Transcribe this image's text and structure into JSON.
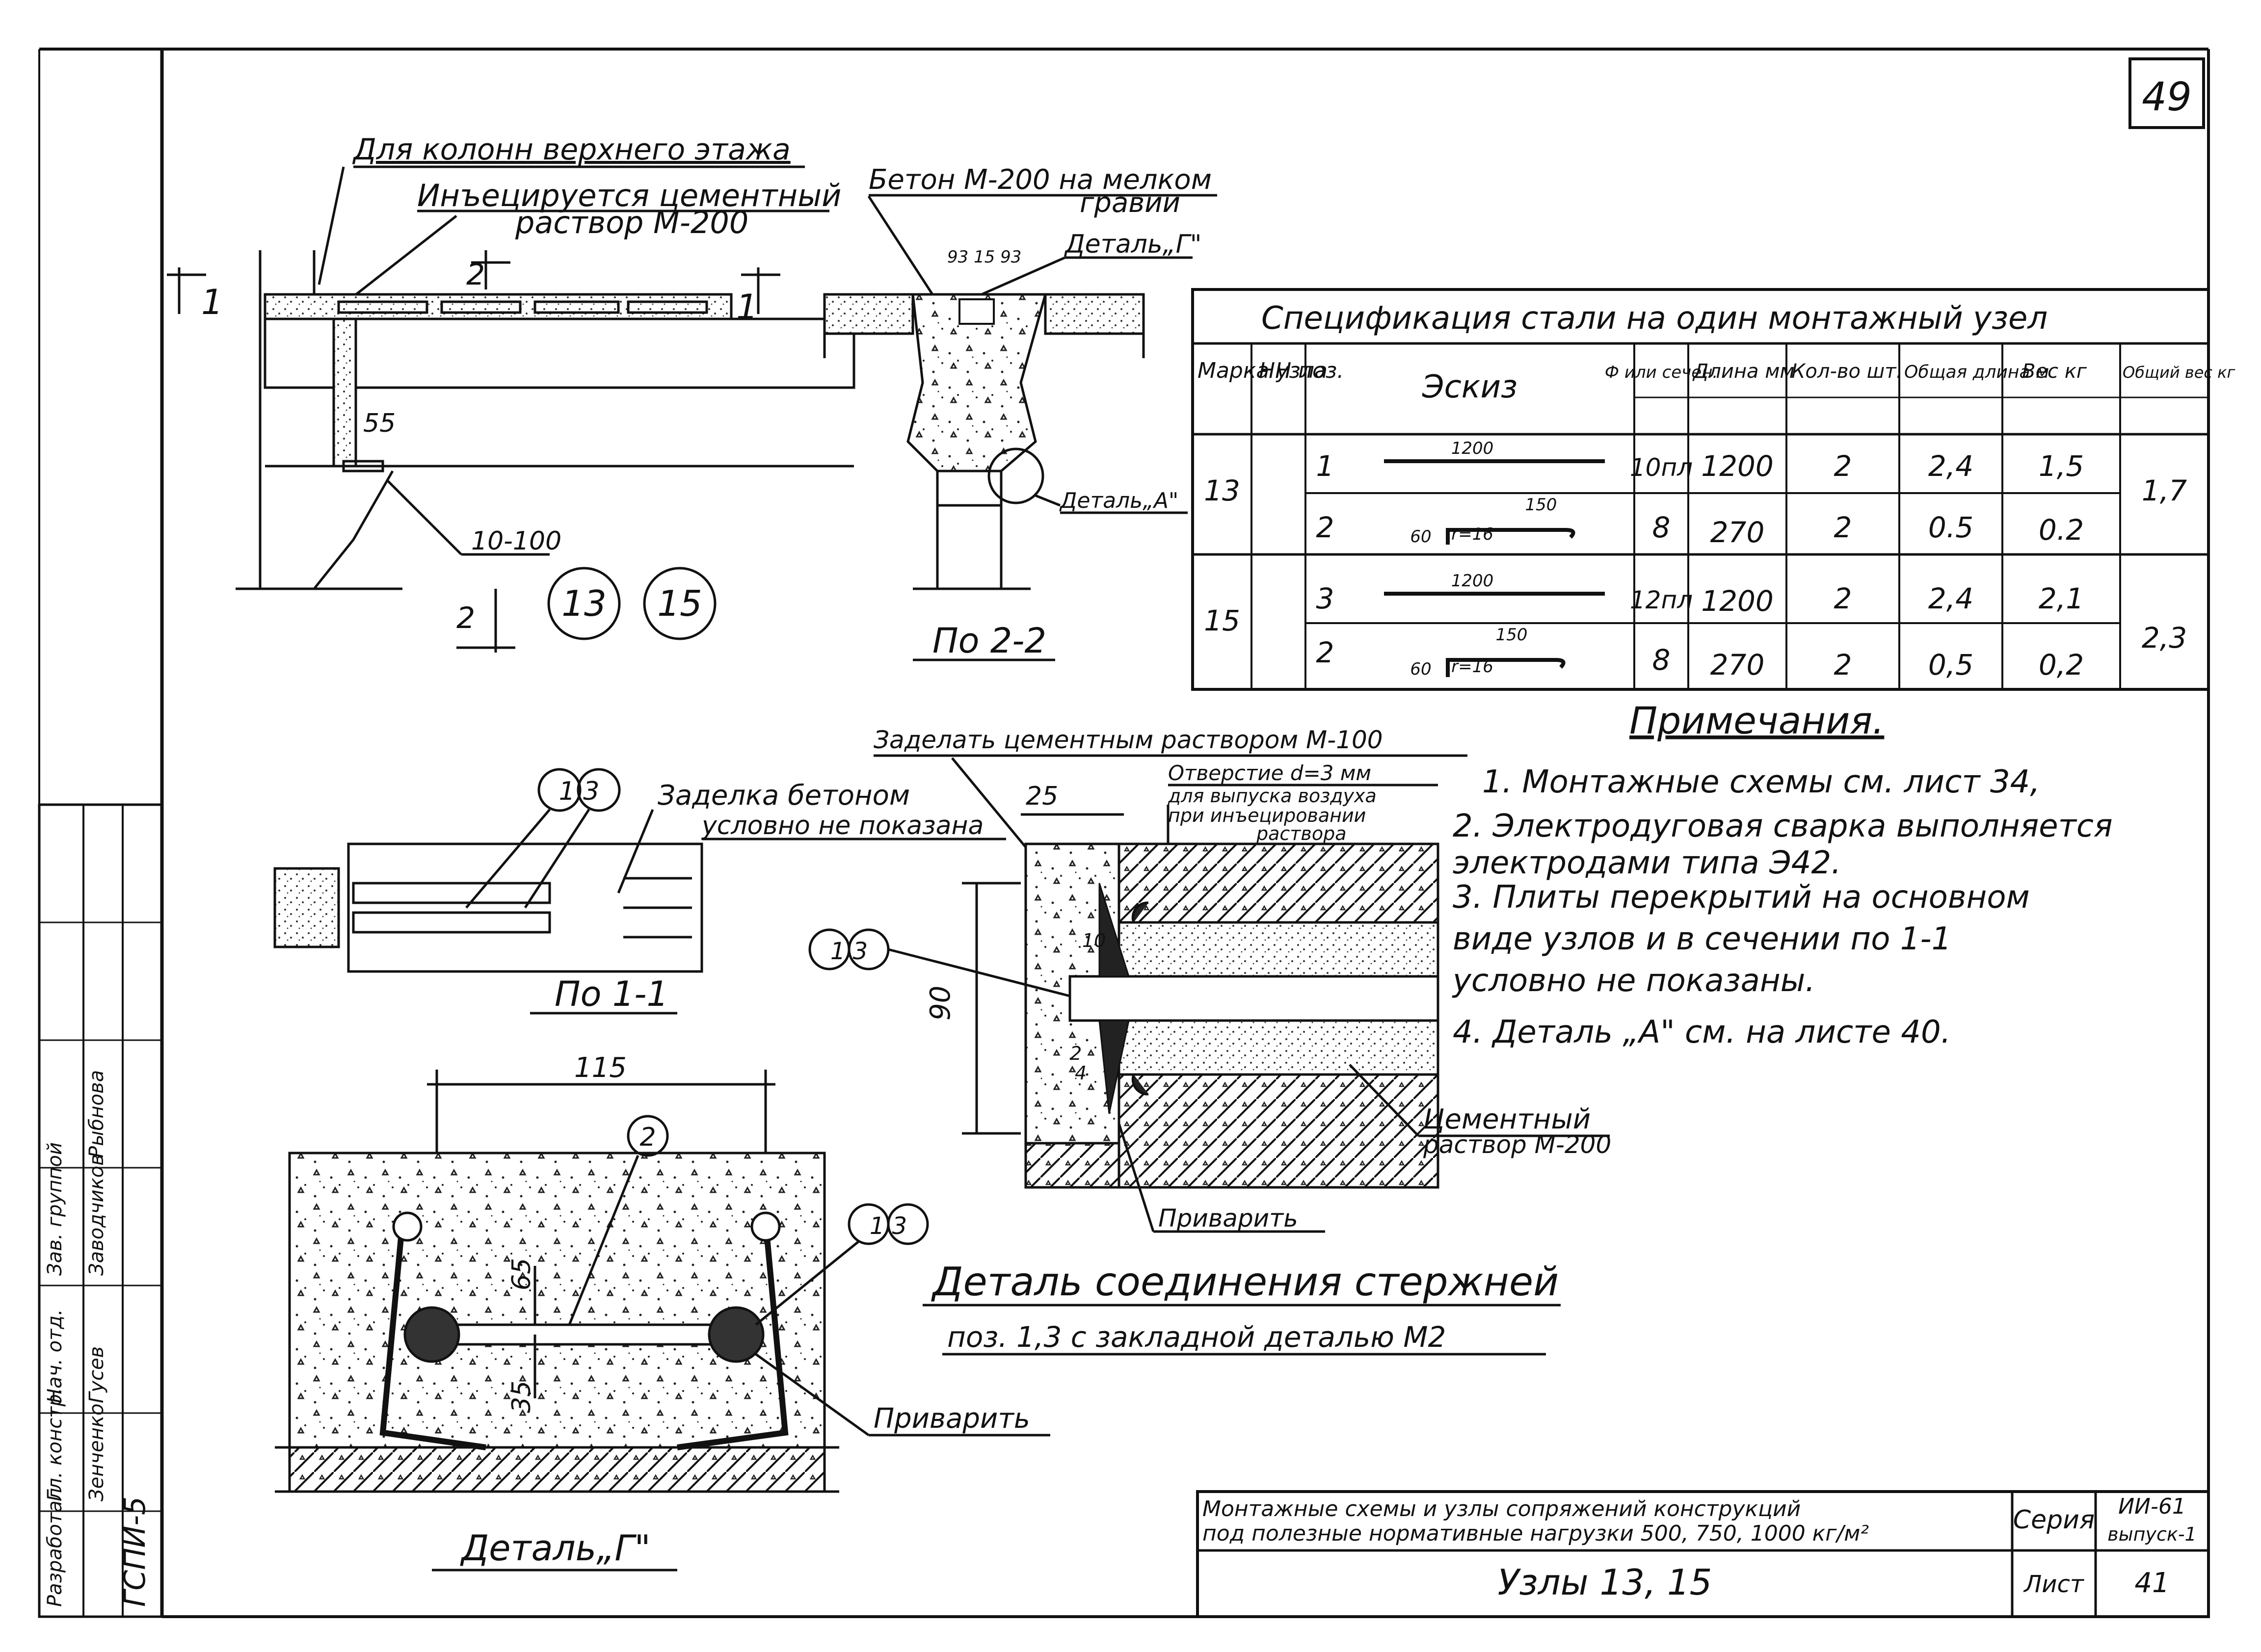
{
  "sheet_number": "49",
  "top_left": {
    "label_upper_floor": "Для колонн верхнего этажа",
    "label_inject_1": "Инъецируется цементный",
    "label_inject_2": "раствор   М-200",
    "mark_1_left": "1",
    "mark_1_right": "1",
    "mark_2_top": "2",
    "mark_2_bottom": "2",
    "dim_55": "55",
    "dim_10_100": "10-100",
    "node_13": "13",
    "node_15": "15"
  },
  "section_2_2": {
    "label_concrete_1": "Бетон М-200 на мелком",
    "label_concrete_2": "гравии",
    "dims_top": "93 15 93",
    "label_detail_g": "Деталь„Г\"",
    "label_detail_a": "Деталь„А\"",
    "caption": "По 2-2"
  },
  "spec_table": {
    "title": "Спецификация стали на один монтажный узел",
    "headers": [
      "Марка узла",
      "НН поз.",
      "Эскиз",
      "Ф или сечен.",
      "Длина мм",
      "Кол-во шт.",
      "Общая длина м",
      "Вес кг",
      "Общий вес кг"
    ],
    "groups": [
      {
        "node": "13",
        "total": "1,7",
        "rows": [
          {
            "pos": "1",
            "sketch_dim": "1200",
            "sketch_extra": "",
            "sketch_r": "",
            "dia": "10пл",
            "len": "1200",
            "qty": "2",
            "tot_len": "2,4",
            "wt": "1,5"
          },
          {
            "pos": "2",
            "sketch_dim": "150",
            "sketch_extra": "60",
            "sketch_r": "r=16",
            "dia": "8",
            "len": "270",
            "qty": "2",
            "tot_len": "0.5",
            "wt": "0.2"
          }
        ]
      },
      {
        "node": "15",
        "total": "2,3",
        "rows": [
          {
            "pos": "3",
            "sketch_dim": "1200",
            "sketch_extra": "",
            "sketch_r": "",
            "dia": "12пл",
            "len": "1200",
            "qty": "2",
            "tot_len": "2,4",
            "wt": "2,1"
          },
          {
            "pos": "2",
            "sketch_dim": "150",
            "sketch_extra": "60",
            "sketch_r": "r=16",
            "dia": "8",
            "len": "270",
            "qty": "2",
            "tot_len": "0,5",
            "wt": "0,2"
          }
        ]
      }
    ]
  },
  "notes": {
    "title": "Примечания.",
    "items": [
      "1. Монтажные схемы см. лист  34,",
      "2. Электродуговая сварка выполняется",
      "    электродами   типа Э42.",
      "3. Плиты  перекрытий на основном",
      "    виде узлов  и  в сечении  по  1-1",
      "    условно   не  показаны.",
      "4. Деталь „А\" см. на листе 40."
    ]
  },
  "section_1_1": {
    "label_seal_1": "Заделка бетоном",
    "label_seal_2": "условно не показана",
    "markers": "1 3",
    "caption": "По 1-1"
  },
  "detail_a": {
    "label_seal_cement": "Заделать цементным раствором М-100",
    "label_hole_1": "Отверстие d=3 мм",
    "label_hole_2": "для выпуска воздуха",
    "label_hole_3": "при инъецировании",
    "label_hole_4": "раствора",
    "dim_25": "25",
    "dim_90": "90",
    "dim_10": "10",
    "dim_2": "2",
    "dim_4": "4",
    "label_cement_1": "Цементный",
    "label_cement_2": "раствор М-200",
    "label_weld": "Приварить"
  },
  "detail_g": {
    "dim_115": "115",
    "dim_65": "65",
    "dim_35": "35",
    "label_weld": "Приварить",
    "caption": "Деталь„Г\""
  },
  "connection_caption": {
    "line1": "Деталь соединения стержней",
    "line2": "поз. 1,3 с закладной деталью М2"
  },
  "side_stamp": {
    "code": "ГСПИ-5",
    "roles": [
      "Разработал",
      "Гл. констр.",
      "Нач. отд.",
      "Зав. группой"
    ],
    "names": [
      "Зенченко",
      "Гусев",
      "Заводчиков",
      "Рыбнова"
    ]
  },
  "title_block": {
    "description_1": "Монтажные схемы и узлы сопряжений конструкций",
    "description_2": "под полезные нормативные нагрузки 500, 750, 1000 кг/м²",
    "series_label": "Серия",
    "series_value": "ИИ-61",
    "issue": "выпуск-1",
    "title": "Узлы 13, 15",
    "sheet_label": "Лист",
    "sheet_value": "41"
  }
}
